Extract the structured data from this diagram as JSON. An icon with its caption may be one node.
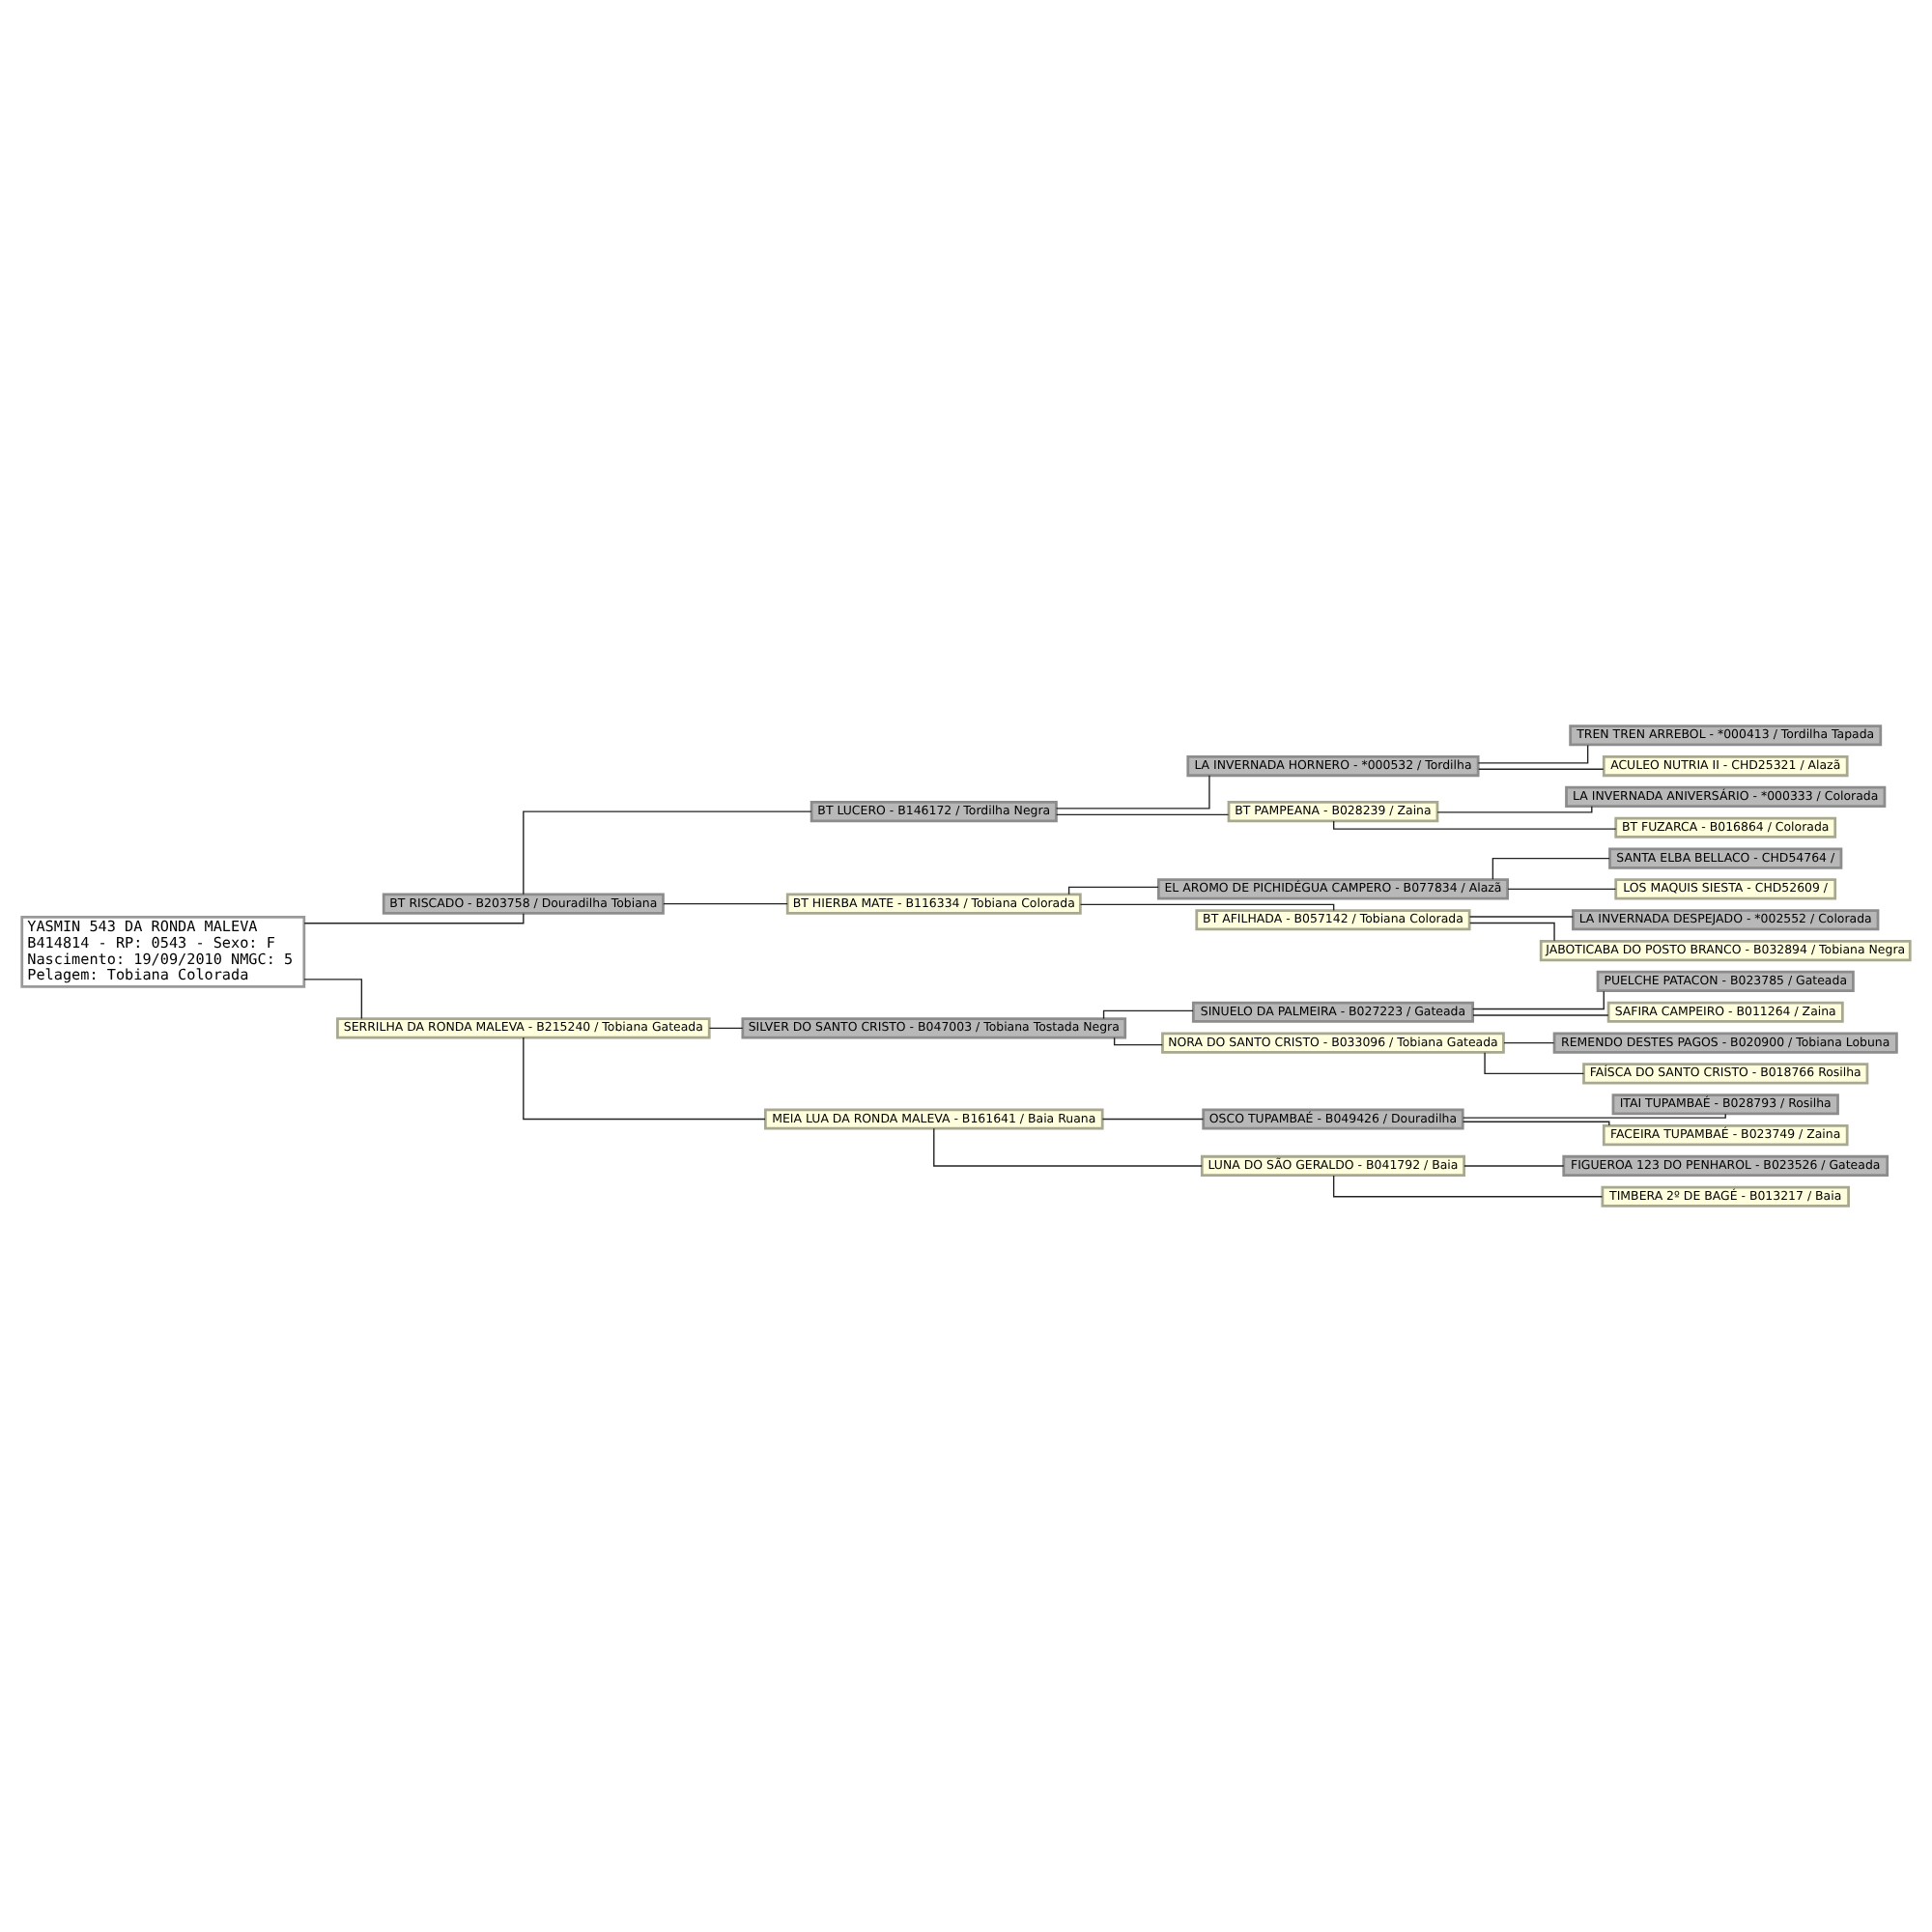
{
  "diagram": {
    "nodes": [
      {
        "text": [
          "TREN TREN ARREBOL - *000413 / Tordilha Tapada"
        ]
      },
      {
        "text": [
          "LA INVERNADA HORNERO - *000532 / Tordilha"
        ]
      },
      {
        "text": [
          "ACULEO NUTRIA II - CHD25321 / Alazã"
        ]
      },
      {
        "text": [
          "BT LUCERO - B146172 / Tordilha Negra"
        ]
      },
      {
        "text": [
          "LA INVERNADA ANIVERSÁRIO - *000333 / Colorada"
        ]
      },
      {
        "text": [
          "BT PAMPEANA - B028239 / Zaina"
        ]
      },
      {
        "text": [
          "BT FUZARCA - B016864 / Colorada"
        ]
      },
      {
        "text": [
          "BT RISCADO - B203758 / Douradilha Tobiana"
        ]
      },
      {
        "text": [
          "SANTA ELBA BELLACO - CHD54764 /"
        ]
      },
      {
        "text": [
          "EL AROMO DE PICHIDÉGUA CAMPERO - B077834 / Alazã"
        ]
      },
      {
        "text": [
          "LOS MAQUIS SIESTA - CHD52609 /"
        ]
      },
      {
        "text": [
          "BT HIERBA MATE - B116334 / Tobiana Colorada"
        ]
      },
      {
        "text": [
          "LA INVERNADA DESPEJADO - *002552 / Colorada"
        ]
      },
      {
        "text": [
          "BT AFILHADA - B057142 / Tobiana Colorada"
        ]
      },
      {
        "text": [
          "JABOTICABA DO POSTO BRANCO - B032894 / Tobiana Negra"
        ]
      },
      {
        "text": [
          "YASMIN 543 DA RONDA MALEVA",
          "B414814 - RP: 0543 - Sexo: F",
          "Nascimento: 19/09/2010 NMGC: 5",
          "Pelagem: Tobiana Colorada"
        ]
      },
      {
        "text": [
          "PUELCHE PATACON - B023785 / Gateada"
        ]
      },
      {
        "text": [
          "SINUELO DA PALMEIRA - B027223 / Gateada"
        ]
      },
      {
        "text": [
          "SAFIRA CAMPEIRO - B011264 / Zaina"
        ]
      },
      {
        "text": [
          "SILVER DO SANTO CRISTO - B047003 / Tobiana Tostada Negra"
        ]
      },
      {
        "text": [
          "REMENDO DESTES PAGOS - B020900 / Tobiana Lobuna"
        ]
      },
      {
        "text": [
          "NORA DO SANTO CRISTO - B033096 / Tobiana Gateada"
        ]
      },
      {
        "text": [
          "FAÍSCA DO SANTO CRISTO - B018766 Rosilha"
        ]
      },
      {
        "text": [
          "SERRILHA DA RONDA MALEVA - B215240 / Tobiana Gateada"
        ]
      },
      {
        "text": [
          "ITAI TUPAMBAÉ - B028793 / Rosilha"
        ]
      },
      {
        "text": [
          "OSCO TUPAMBAÉ - B049426 / Douradilha"
        ]
      },
      {
        "text": [
          "FACEIRA TUPAMBAÉ - B023749 / Zaina"
        ]
      },
      {
        "text": [
          "MEIA LUA DA RONDA MALEVA - B161641 / Baia Ruana"
        ]
      },
      {
        "text": [
          "FIGUEROA 123 DO PENHAROL - B023526 / Gateada"
        ]
      },
      {
        "text": [
          "LUNA DO SÃO GERALDO - B041792 / Baia"
        ]
      },
      {
        "text": [
          "TIMBERA 2º DE BAGÉ - B013217 / Baia"
        ]
      }
    ],
    "edges": [
      {
        "from": 15,
        "to": 7,
        "arrow": "none"
      },
      {
        "from": 15,
        "to": 23,
        "arrow": "none"
      },
      {
        "from": 7,
        "to": 3,
        "arrow": "none"
      },
      {
        "from": 7,
        "to": 11,
        "arrow": "none"
      },
      {
        "from": 3,
        "to": 1,
        "arrow": "none"
      },
      {
        "from": 3,
        "to": 5,
        "arrow": "none"
      },
      {
        "from": 1,
        "to": 0,
        "arrow": "none"
      },
      {
        "from": 1,
        "to": 2,
        "arrow": "none"
      },
      {
        "from": 5,
        "to": 4,
        "arrow": "none"
      },
      {
        "from": 5,
        "to": 6,
        "arrow": "none"
      },
      {
        "from": 11,
        "to": 9,
        "arrow": "none"
      },
      {
        "from": 11,
        "to": 13,
        "arrow": "none"
      },
      {
        "from": 9,
        "to": 8,
        "arrow": "none"
      },
      {
        "from": 9,
        "to": 10,
        "arrow": "none"
      },
      {
        "from": 13,
        "to": 12,
        "arrow": "none"
      },
      {
        "from": 13,
        "to": 14,
        "arrow": "none"
      },
      {
        "from": 23,
        "to": 19,
        "arrow": "none"
      },
      {
        "from": 23,
        "to": 27,
        "arrow": "none"
      },
      {
        "from": 19,
        "to": 17,
        "arrow": "none"
      },
      {
        "from": 19,
        "to": 21,
        "arrow": "none"
      },
      {
        "from": 17,
        "to": 16,
        "arrow": "none"
      },
      {
        "from": 17,
        "to": 18,
        "arrow": "none"
      },
      {
        "from": 21,
        "to": 20,
        "arrow": "none"
      },
      {
        "from": 21,
        "to": 22,
        "arrow": "none"
      },
      {
        "from": 27,
        "to": 25,
        "arrow": "none"
      },
      {
        "from": 27,
        "to": 29,
        "arrow": "none"
      },
      {
        "from": 25,
        "to": 24,
        "arrow": "none"
      },
      {
        "from": 25,
        "to": 26,
        "arrow": "none"
      },
      {
        "from": 29,
        "to": 28,
        "arrow": "none"
      },
      {
        "from": 29,
        "to": 30,
        "arrow": "none"
      }
    ]
  }
}
